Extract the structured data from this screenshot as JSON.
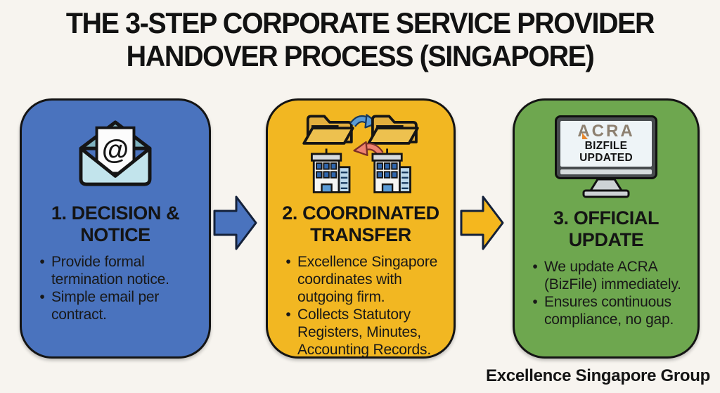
{
  "page": {
    "title_line1": "THE 3-STEP CORPORATE SERVICE PROVIDER",
    "title_line2": "HANDOVER PROCESS (SINGAPORE)",
    "footer": "Excellence Singapore Group"
  },
  "colors": {
    "page_background": "#f7f4ef",
    "step1": "#4a73be",
    "step2": "#f2b722",
    "step3": "#6ea74f",
    "arrow1": "#4a73be",
    "arrow2": "#f5b71e",
    "outline": "#141414"
  },
  "steps": [
    {
      "title": "1. DECISION & NOTICE",
      "icon": "email-envelope-icon",
      "bullets": [
        "Provide formal termination notice.",
        "Simple email per contract."
      ]
    },
    {
      "title": "2. COORDINATED TRANSFER",
      "icon": "folders-buildings-transfer-icon",
      "bullets": [
        "Excellence Singapore coordinates with outgoing firm.",
        "Collects Statutory Registers, Minutes, Accounting Records."
      ]
    },
    {
      "title": "3. OFFICIAL UPDATE",
      "icon": "acra-bizfile-monitor-icon",
      "bullets": [
        "We update ACRA (BizFile) immediately.",
        "Ensures continuous compliance, no gap."
      ]
    }
  ],
  "monitor_screen": {
    "brand": "ACRA",
    "status_line1": "BIZFILE",
    "status_line2": "UPDATED"
  }
}
